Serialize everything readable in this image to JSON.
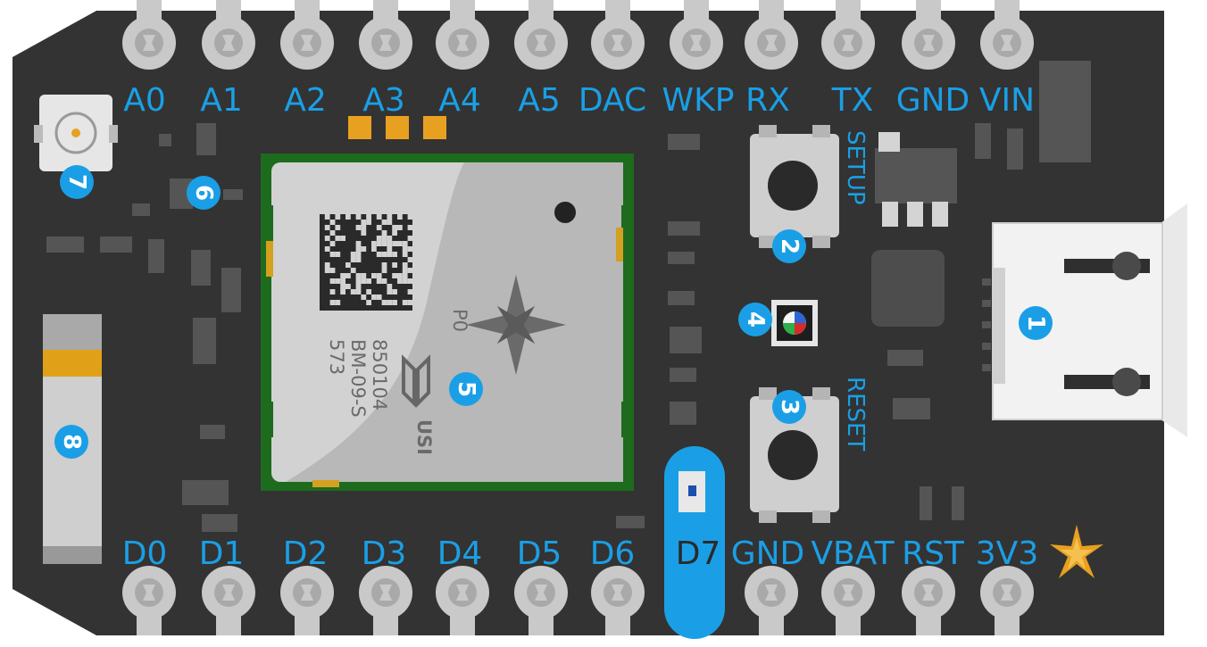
{
  "pins_top": [
    "A0",
    "A1",
    "A2",
    "A3",
    "A4",
    "A5",
    "DAC",
    "WKP",
    "RX",
    "TX",
    "GND",
    "VIN"
  ],
  "pins_bottom": [
    "D0",
    "D1",
    "D2",
    "D3",
    "D4",
    "D5",
    "D6",
    "D7",
    "GND",
    "VBAT",
    "RST",
    "3V3"
  ],
  "highlighted_pin": "D7",
  "buttons": {
    "setup": "SETUP",
    "reset": "RESET"
  },
  "module": {
    "line1": "P0",
    "line2": "850104",
    "line3": "BM-09-S",
    "line4": "573",
    "brand": "USI"
  },
  "callouts": [
    "1",
    "2",
    "3",
    "4",
    "5",
    "6",
    "7",
    "8"
  ],
  "colors": {
    "board": "#333333",
    "accent": "#1a9fe6",
    "pad": "#c9c9c9",
    "module_frame": "#1d6b1d",
    "module_shield": "#cfcfcf",
    "orange": "#e8a020"
  }
}
